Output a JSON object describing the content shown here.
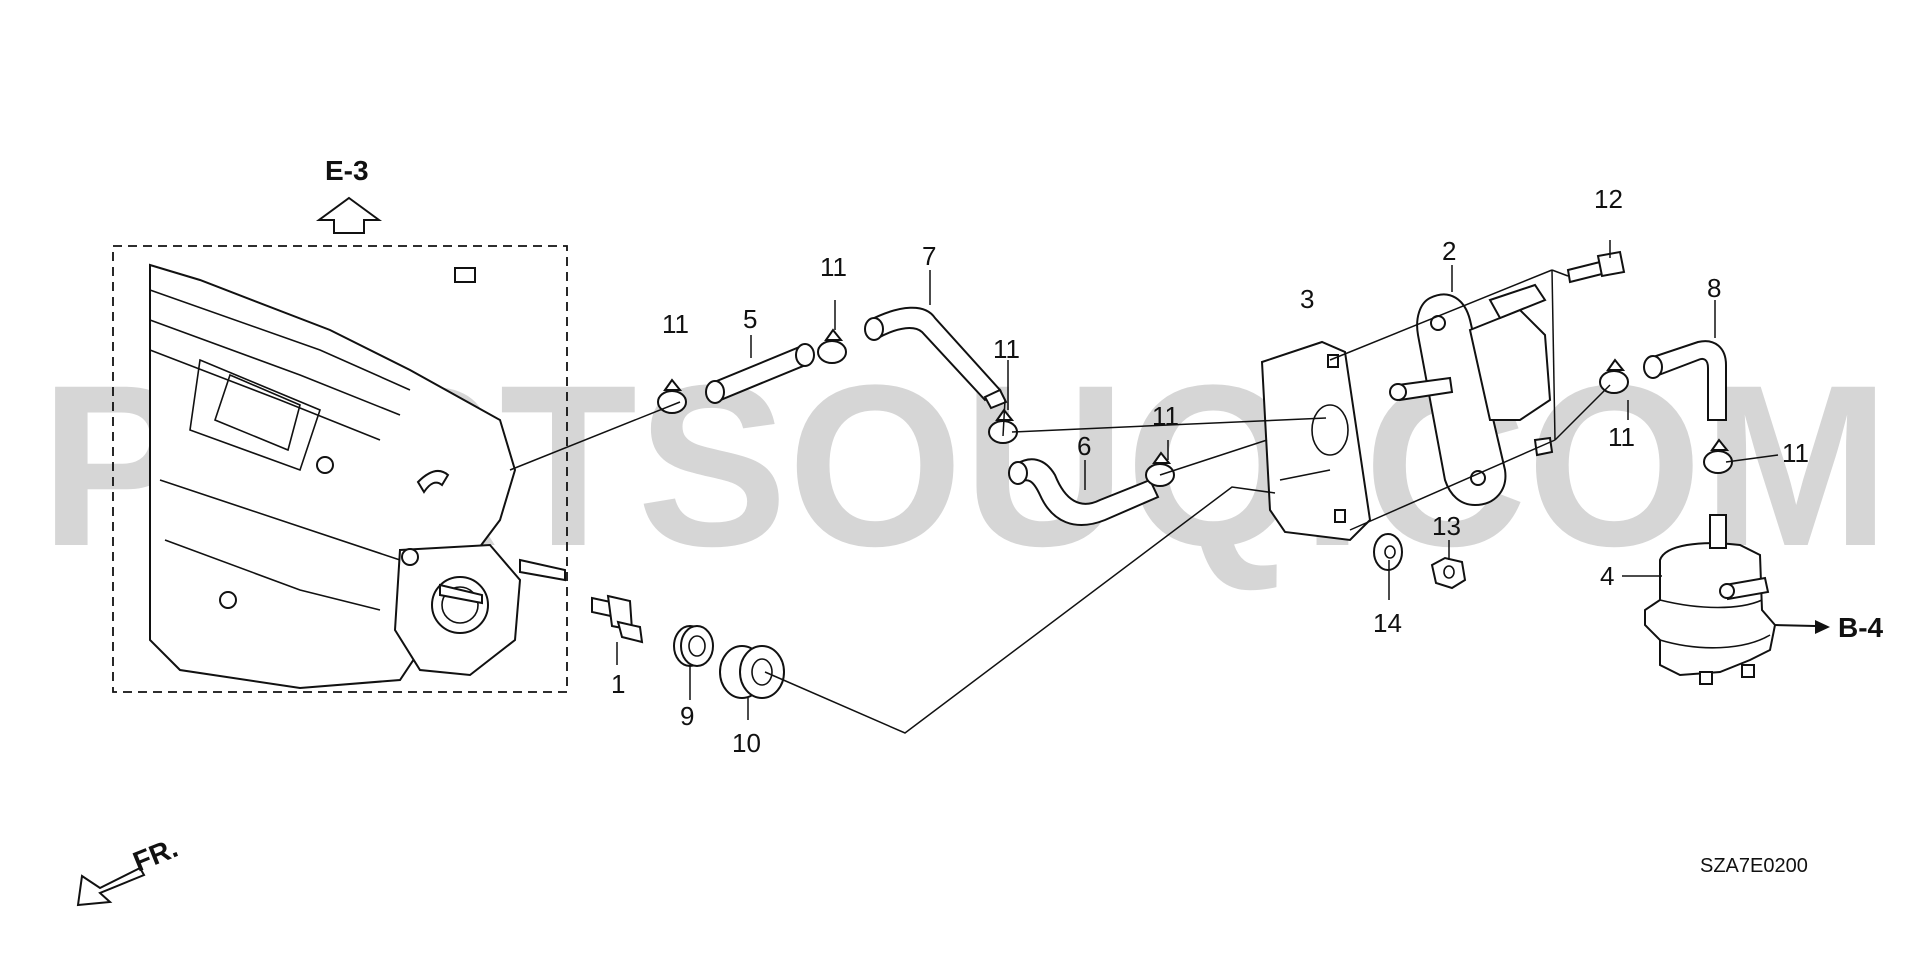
{
  "watermark": "PARTSOUQ.COM",
  "references": {
    "e3": "E-3",
    "b4": "B-4",
    "front": "FR."
  },
  "diagram_code": "SZA7E0200",
  "callouts": [
    {
      "id": "c1",
      "label": "1"
    },
    {
      "id": "c2",
      "label": "2"
    },
    {
      "id": "c3",
      "label": "3"
    },
    {
      "id": "c4",
      "label": "4"
    },
    {
      "id": "c5",
      "label": "5"
    },
    {
      "id": "c6",
      "label": "6"
    },
    {
      "id": "c7",
      "label": "7"
    },
    {
      "id": "c8",
      "label": "8"
    },
    {
      "id": "c9",
      "label": "9"
    },
    {
      "id": "c10",
      "label": "10"
    },
    {
      "id": "c11a",
      "label": "11"
    },
    {
      "id": "c11b",
      "label": "11"
    },
    {
      "id": "c11c",
      "label": "11"
    },
    {
      "id": "c11d",
      "label": "11"
    },
    {
      "id": "c11e",
      "label": "11"
    },
    {
      "id": "c11f",
      "label": "11"
    },
    {
      "id": "c12",
      "label": "12"
    },
    {
      "id": "c13",
      "label": "13"
    },
    {
      "id": "c14",
      "label": "14"
    }
  ]
}
